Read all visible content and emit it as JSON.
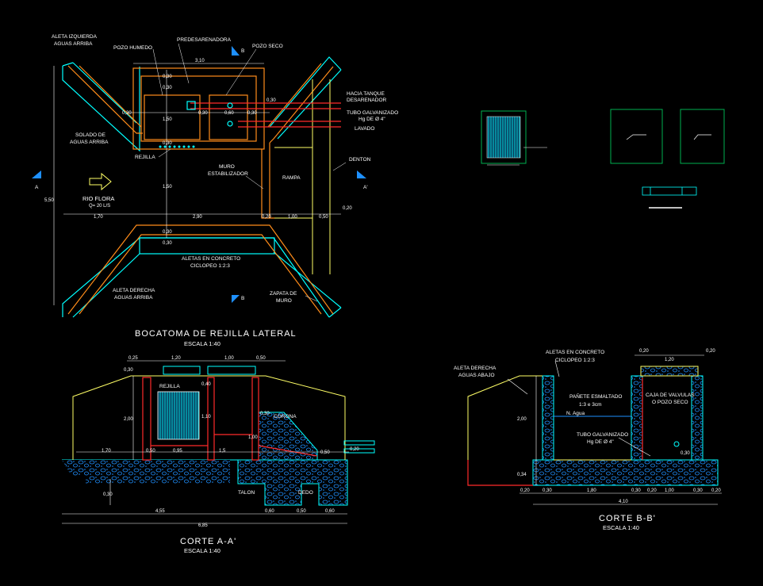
{
  "colors": {
    "background": "#000000",
    "cyan": "#00ffff",
    "orange": "#ff8c1a",
    "yellow": "#ffff66",
    "red": "#ff2a2a",
    "blue": "#1e90ff",
    "green": "#00b050",
    "white": "#ffffff"
  },
  "plan": {
    "labels": {
      "aleta_izq": "ALETA IZQUIERDA",
      "aleta_izq2": "AGUAS ARRIBA",
      "pozo_humedo": "POZO HUMEDO",
      "predesarenadora": "PREDESARENADORA",
      "pozo_seco": "POZO SECO",
      "hacia_tanque": "HACIA TANQUE",
      "desarenador": "DESARENADOR",
      "tubo_galv": "TUBO GALVANIZADO",
      "tubo_galv2": "Hg DE Ø 4\"",
      "lavado": "LAVADO",
      "solado": "SOLADO DE",
      "solado2": "AGUAS ARRIBA",
      "rejilla": "REJILLA",
      "muro": "MURO",
      "muro2": "ESTABILIZADOR",
      "rampa": "RAMPA",
      "denton": "DENTON",
      "rio_flora": "RIO FLORA",
      "caudal": "Q= 20 L/S",
      "aletas_concreto": "ALETAS EN CONCRETO",
      "aletas_concreto2": "CICLOPEO 1:2:3",
      "aleta_der": "ALETA DERECHA",
      "aleta_der2": "AGUAS ARRIBA",
      "zapata": "ZAPATA DE",
      "zapata2": "MURO",
      "cut_a": "A",
      "cut_a2": "A'",
      "cut_b": "B",
      "cut_b2": "B"
    },
    "dims": {
      "d310": "3,10",
      "d030a": "0,30",
      "d030b": "0,30",
      "d030c": "0,30",
      "d030d": "0,30",
      "d030e": "0,30",
      "d030f": "0,30",
      "d030g": "0,30",
      "d060": "0,60",
      "d150a": "1,50",
      "d150b": "1,50",
      "d550": "5,50",
      "d170": "1,70",
      "d290": "2,90",
      "d100": "1,00",
      "d050": "0,50",
      "d020": "0,20",
      "d030h": "0,30",
      "d030i": "0,30",
      "d020b": "0,20"
    },
    "title": "BOCATOMA DE REJILLA LATERAL",
    "scale": "ESCALA 1:40"
  },
  "section_aa": {
    "labels": {
      "rejilla": "REJILLA",
      "corona": "CORONA",
      "talon": "TALON",
      "dedo": "DEDO"
    },
    "dims": {
      "t025": "0,25",
      "t120": "1,20",
      "t100": "1,00",
      "t050": "0,50",
      "t030": "0,30",
      "t040": "0,40",
      "h200": "2,00",
      "h110": "1,10",
      "h100": "1,00",
      "c030": "0,30",
      "m170": "1,70",
      "m050": "0,50",
      "m095": "0,95",
      "m15": "1,5",
      "m050b": "0,50",
      "m020": "0,20",
      "b030": "0,30",
      "b455": "4,55",
      "b060a": "0,60",
      "b050": "0,50",
      "b060b": "0,60",
      "b685": "6,85"
    },
    "title": "CORTE A-A'",
    "scale": "ESCALA 1:40"
  },
  "section_bb": {
    "labels": {
      "aleta_der": "ALETA DERECHA",
      "aleta_der2": "AGUAS ABAJO",
      "aletas": "ALETAS EN CONCRETO",
      "aletas2": "CICLOPEO 1:2:3",
      "panete": "PAÑETE ESMALTADO",
      "panete2": "1:3 e 3cm",
      "n_agua": "N. Agua",
      "caja": "CAJA DE VALVULAS",
      "caja2": "O POZO SECO",
      "tubo": "TUBO GALVANIZADO",
      "tubo2": "Hg DE Ø 4\""
    },
    "dims": {
      "t020a": "0,20",
      "t120": "1,20",
      "t020b": "0,20",
      "h200": "2,00",
      "h034": "0,34",
      "c030": "0,30",
      "b020a": "0,20",
      "b030a": "0,30",
      "b180": "1,80",
      "b030b": "0,30",
      "b020b": "0,20",
      "b100": "1,00",
      "b030c": "0,30",
      "b020c": "0,20",
      "b410": "4,10"
    },
    "title": "CORTE B-B'",
    "scale": "ESCALA 1:40"
  }
}
